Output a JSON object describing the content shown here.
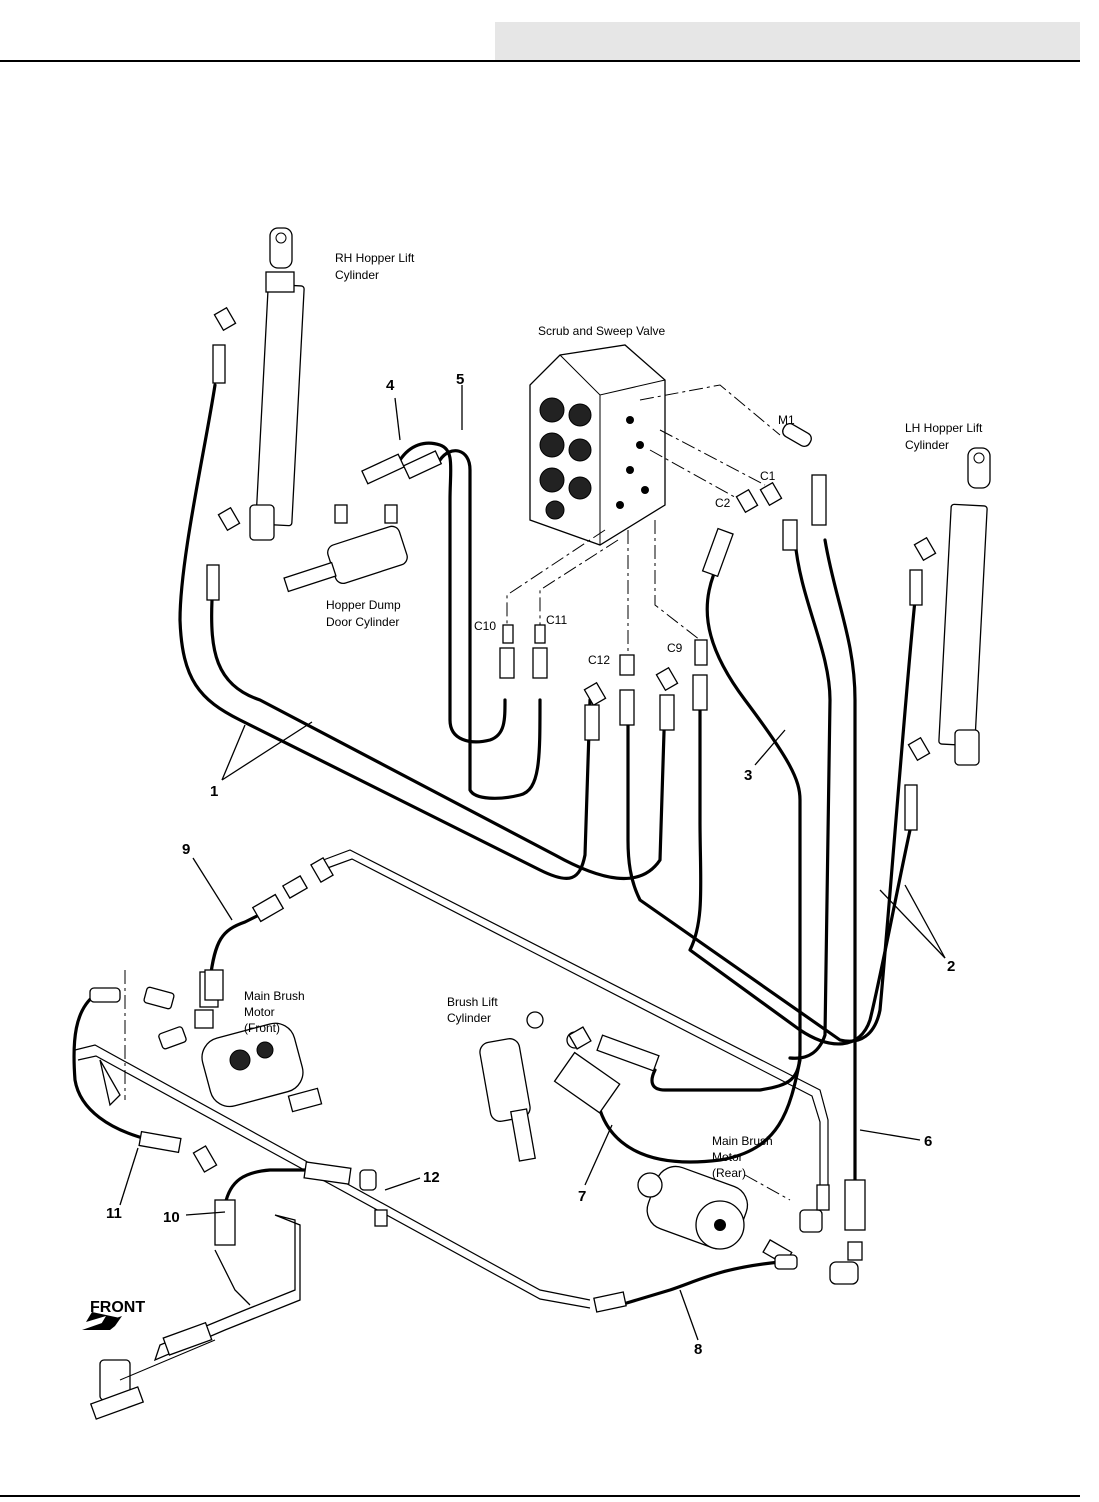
{
  "labels": {
    "rh_cylinder_1": "RH Hopper Lift",
    "rh_cylinder_2": "Cylinder",
    "valve": "Scrub and Sweep Valve",
    "lh_cylinder_1": "LH Hopper Lift",
    "lh_cylinder_2": "Cylinder",
    "dump_1": "Hopper Dump",
    "dump_2": "Door Cylinder",
    "brush_lift_1": "Brush Lift",
    "brush_lift_2": "Cylinder",
    "front_motor_1": "Main Brush",
    "front_motor_2": "Motor",
    "front_motor_3": "(Front)",
    "rear_motor_1": "Main Brush",
    "rear_motor_2": "Motor",
    "rear_motor_3": "(Rear)",
    "front_arrow": "FRONT"
  },
  "ports": {
    "m1": "M1",
    "c1": "C1",
    "c2": "C2",
    "c9": "C9",
    "c10": "C10",
    "c11": "C11",
    "c12": "C12"
  },
  "callouts": {
    "n1": "1",
    "n2": "2",
    "n3": "3",
    "n4": "4",
    "n5": "5",
    "n6": "6",
    "n7": "7",
    "n8": "8",
    "n9": "9",
    "n10": "10",
    "n11": "11",
    "n12": "12"
  }
}
